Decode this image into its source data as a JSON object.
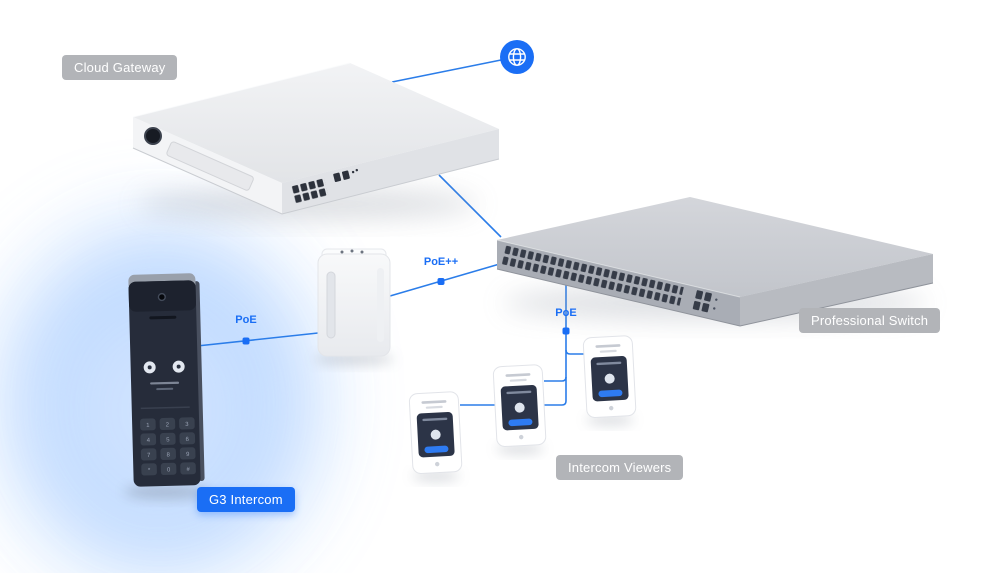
{
  "labels": {
    "cloud_gateway": "Cloud Gateway",
    "professional_switch": "Professional Switch",
    "intercom_viewers": "Intercom Viewers",
    "g3_intercom": "G3 Intercom"
  },
  "connections": {
    "switch_to_adapter": "PoE++",
    "adapter_to_intercom": "PoE",
    "switch_to_viewers": "PoE"
  },
  "intercom": {
    "keypad": [
      "1",
      "2",
      "3",
      "4",
      "5",
      "6",
      "7",
      "8",
      "9",
      "*",
      "0",
      "#"
    ]
  },
  "colors": {
    "accent_blue": "#1a6ef5",
    "line_blue": "#2b7de9",
    "badge_gray": "#b2b4b8",
    "glow_blue": "#a9ceff"
  }
}
